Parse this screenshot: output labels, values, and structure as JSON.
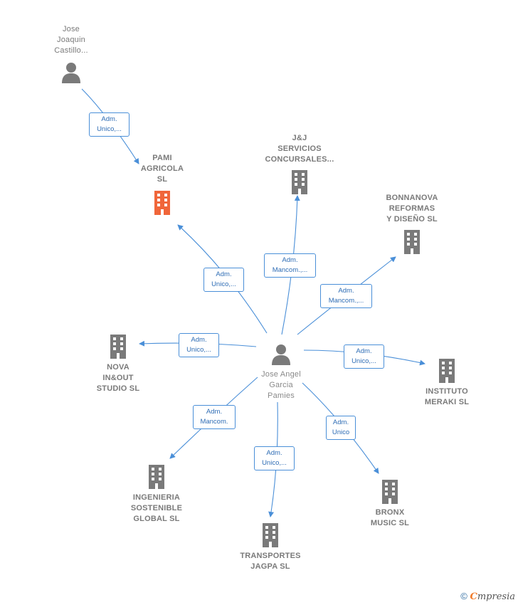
{
  "colors": {
    "edge": "#4a8fd8",
    "icon": "#7a7a7a",
    "highlight": "#f0663a"
  },
  "nodes": {
    "jose_joaquin": {
      "label": "Jose\nJoaquin\nCastillo...",
      "icon": "person-icon"
    },
    "pami": {
      "label": "PAMI\nAGRICOLA\nSL",
      "icon": "building-icon"
    },
    "jj": {
      "label": "J&J\nSERVICIOS\nCONCURSALES...",
      "icon": "building-icon"
    },
    "bonnanova": {
      "label": "BONNANOVA\nREFORMAS\nY DISEÑO SL",
      "icon": "building-icon"
    },
    "nova": {
      "label": "NOVA\nIN&OUT\nSTUDIO SL",
      "icon": "building-icon"
    },
    "jose_angel": {
      "label": "Jose Angel\nGarcia\nPamies",
      "icon": "person-icon"
    },
    "instituto": {
      "label": "INSTITUTO\nMERAKI SL",
      "icon": "building-icon"
    },
    "ingenieria": {
      "label": "INGENIERIA\nSOSTENIBLE\nGLOBAL SL",
      "icon": "building-icon"
    },
    "transportes": {
      "label": "TRANSPORTES\nJAGPA SL",
      "icon": "building-icon"
    },
    "bronx": {
      "label": "BRONX\nMUSIC SL",
      "icon": "building-icon"
    }
  },
  "relations": {
    "r_joaquin_pami": "Adm.\nUnico,...",
    "r_angel_pami": "Adm.\nUnico,...",
    "r_angel_jj": "Adm.\nMancom.,...",
    "r_angel_bonnanova": "Adm.\nMancom.,...",
    "r_angel_nova": "Adm.\nUnico,...",
    "r_angel_instituto": "Adm.\nUnico,...",
    "r_angel_ingenieria": "Adm.\nMancom.",
    "r_angel_transportes": "Adm.\nUnico,...",
    "r_angel_bronx": "Adm.\nUnico"
  },
  "footer": {
    "copyright": "©",
    "brand_first": "C",
    "brand_rest": "mpresia"
  }
}
